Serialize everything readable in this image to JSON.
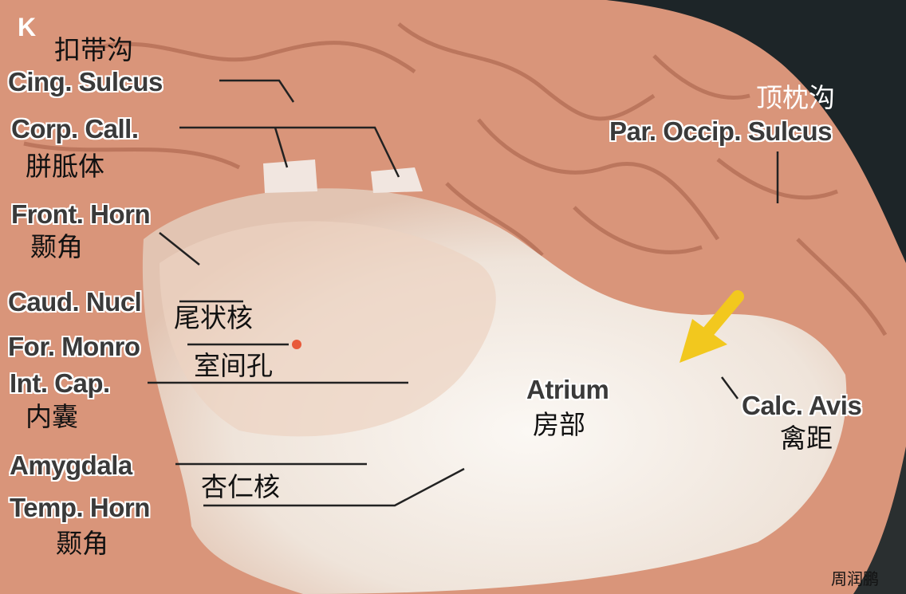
{
  "panel_letter": "K",
  "labels": {
    "cing_sulcus": {
      "en": "Cing. Sulcus",
      "zh": "扣带沟"
    },
    "corp_call": {
      "en": "Corp. Call.",
      "zh": "胼胝体"
    },
    "front_horn": {
      "en": "Front. Horn",
      "zh": "颞角"
    },
    "caud_nucl": {
      "en": "Caud. Nucl",
      "zh": "尾状核"
    },
    "for_monro": {
      "en": "For. Monro",
      "zh": "室间孔"
    },
    "int_cap": {
      "en": "Int. Cap.",
      "zh": "内囊"
    },
    "amygdala": {
      "en": "Amygdala",
      "zh": "杏仁核"
    },
    "temp_horn": {
      "en": "Temp. Horn",
      "zh": "颞角"
    },
    "par_occip": {
      "en": "Par. Occip. Sulcus",
      "zh": "顶枕沟"
    },
    "atrium": {
      "en": "Atrium",
      "zh": "房部"
    },
    "calc_avis": {
      "en": "Calc. Avis",
      "zh": "禽距"
    }
  },
  "watermark": "周润鹏",
  "colors": {
    "arrow": "#f2c81e",
    "tissue": "#d9957a",
    "white_matter": "#f3ede6",
    "background": "#1d2528"
  }
}
